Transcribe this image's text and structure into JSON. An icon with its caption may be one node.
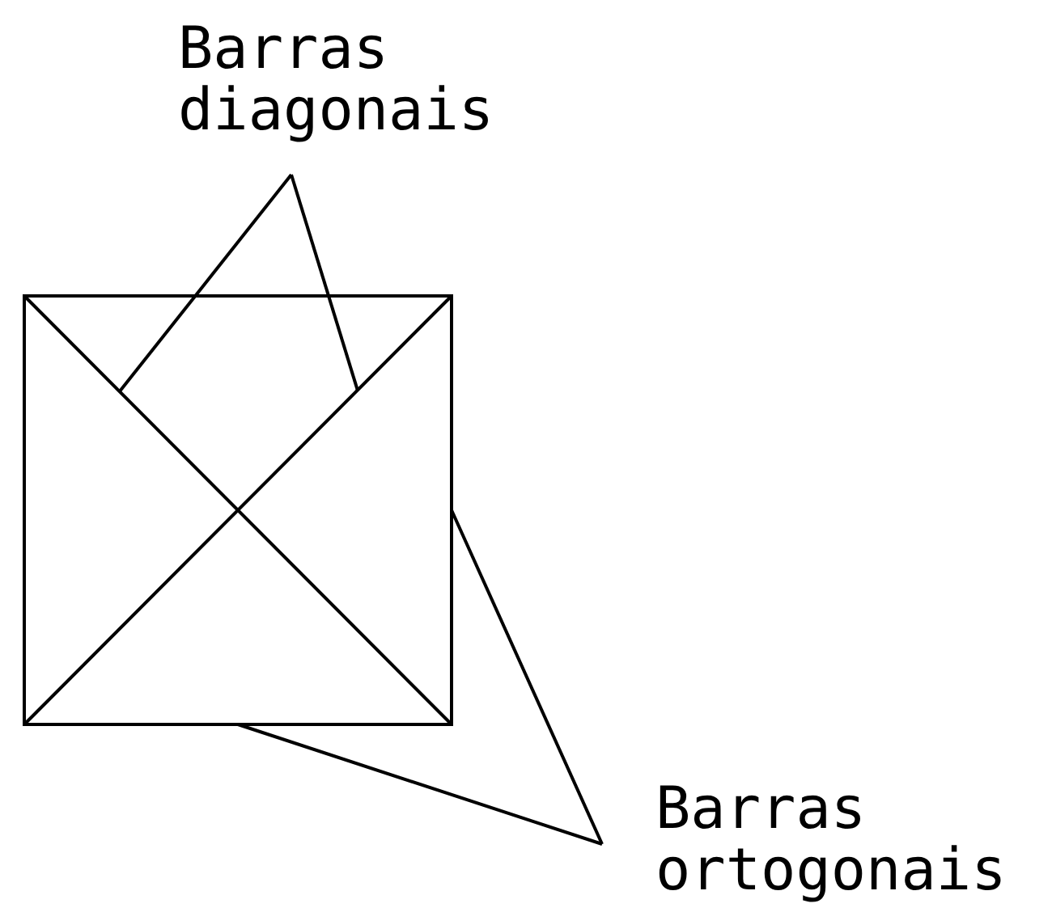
{
  "diagram": {
    "nodes": [
      {
        "text": [
          "Barras diagonais"
        ]
      },
      {
        "text": [],
        "shape": "box"
      },
      {
        "text": [],
        "shape": "bar",
        "in": 1
      },
      {
        "text": [],
        "shape": "bar",
        "in": 1
      },
      {
        "text": [
          "Barras ortogonais"
        ]
      }
    ],
    "edges": [
      {
        "from": 0,
        "to": 2,
        "arrow": "none"
      },
      {
        "from": 0,
        "to": 3,
        "arrow": "none"
      },
      {
        "from": 4,
        "to": 1,
        "arrow": "none"
      },
      {
        "from": 4,
        "to": 1,
        "arrow": "none"
      }
    ]
  }
}
